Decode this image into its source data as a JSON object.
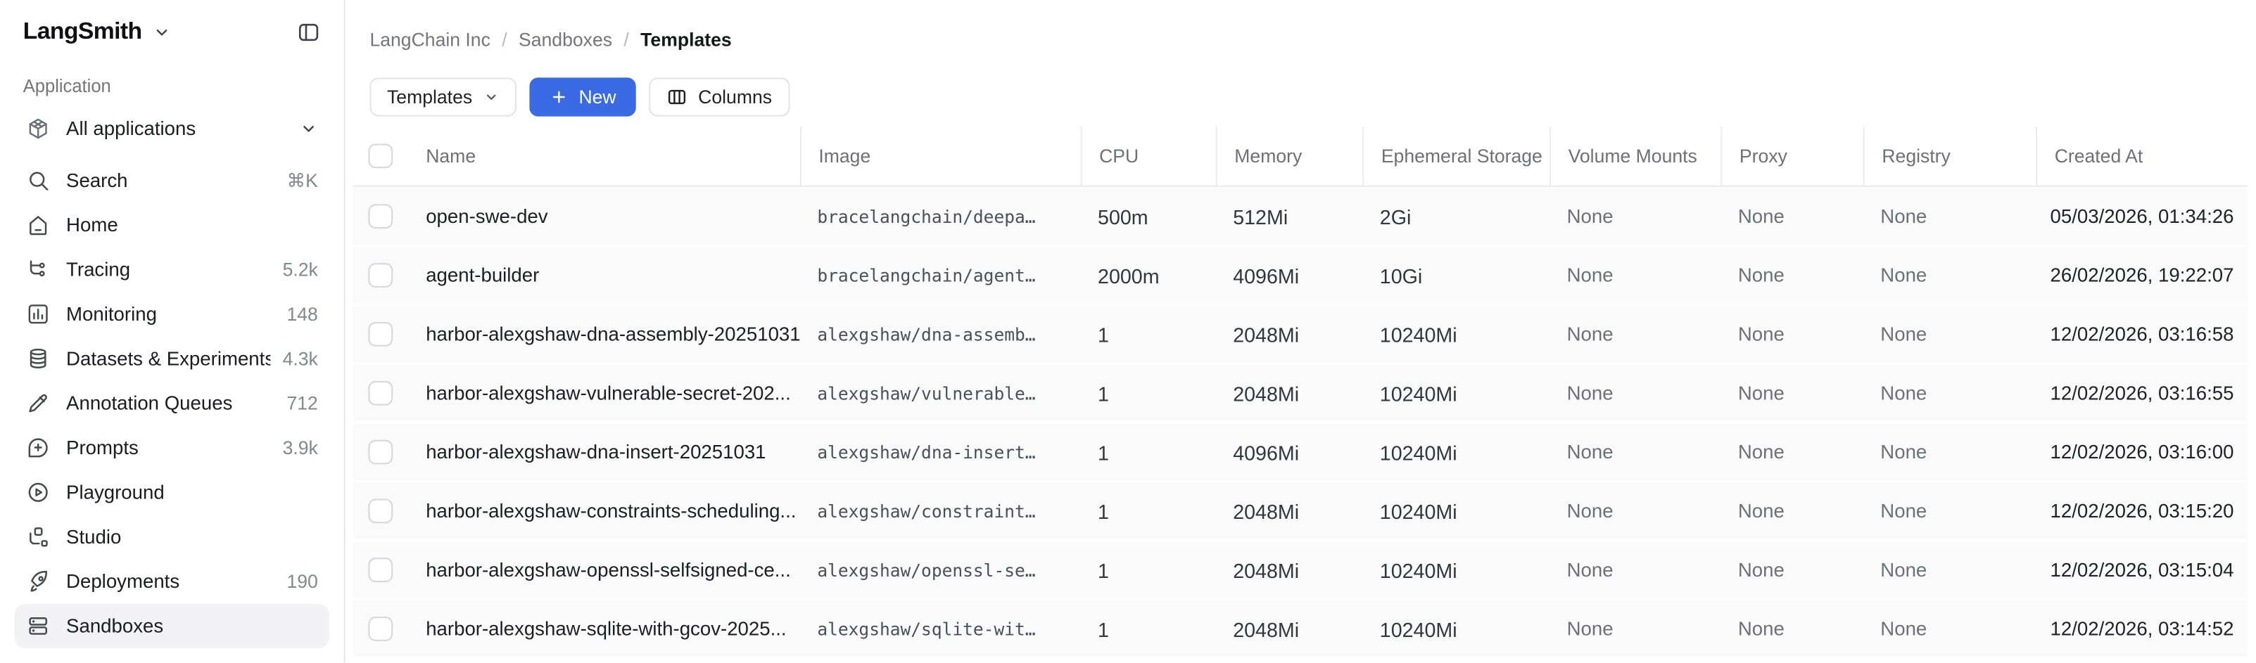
{
  "sidebar": {
    "logo": "LangSmith",
    "section_label": "Application",
    "items": [
      {
        "icon": "box",
        "label": "All applications",
        "badge": "",
        "chevron": true,
        "selected": false
      },
      {
        "icon": "search",
        "label": "Search",
        "badge": "⌘K",
        "chevron": false,
        "selected": false
      },
      {
        "icon": "home",
        "label": "Home",
        "badge": "",
        "chevron": false,
        "selected": false
      },
      {
        "icon": "tracing",
        "label": "Tracing",
        "badge": "5.2k",
        "chevron": false,
        "selected": false
      },
      {
        "icon": "monitoring",
        "label": "Monitoring",
        "badge": "148",
        "chevron": false,
        "selected": false
      },
      {
        "icon": "database",
        "label": "Datasets & Experiments",
        "badge": "4.3k",
        "chevron": false,
        "selected": false
      },
      {
        "icon": "pen",
        "label": "Annotation Queues",
        "badge": "712",
        "chevron": false,
        "selected": false
      },
      {
        "icon": "prompt",
        "label": "Prompts",
        "badge": "3.9k",
        "chevron": false,
        "selected": false
      },
      {
        "icon": "play",
        "label": "Playground",
        "badge": "",
        "chevron": false,
        "selected": false
      },
      {
        "icon": "studio",
        "label": "Studio",
        "badge": "",
        "chevron": false,
        "selected": false
      },
      {
        "icon": "rocket",
        "label": "Deployments",
        "badge": "190",
        "chevron": false,
        "selected": false
      },
      {
        "icon": "server",
        "label": "Sandboxes",
        "badge": "",
        "chevron": false,
        "selected": true
      }
    ]
  },
  "breadcrumb": {
    "items": [
      "LangChain Inc",
      "Sandboxes",
      "Templates"
    ],
    "separator": "/"
  },
  "toolbar": {
    "view_dropdown_label": "Templates",
    "new_button_label": "New",
    "columns_button_label": "Columns"
  },
  "table": {
    "columns": [
      "Name",
      "Image",
      "CPU",
      "Memory",
      "Ephemeral Storage",
      "Volume Mounts",
      "Proxy",
      "Registry",
      "Created At"
    ],
    "rows": [
      {
        "name": "open-swe-dev",
        "image": "bracelangchain/deepa…",
        "cpu": "500m",
        "memory": "512Mi",
        "ephemeral_storage": "2Gi",
        "volume_mounts": "None",
        "proxy": "None",
        "registry": "None",
        "created_at": "05/03/2026, 01:34:26"
      },
      {
        "name": "agent-builder",
        "image": "bracelangchain/agent…",
        "cpu": "2000m",
        "memory": "4096Mi",
        "ephemeral_storage": "10Gi",
        "volume_mounts": "None",
        "proxy": "None",
        "registry": "None",
        "created_at": "26/02/2026, 19:22:07"
      },
      {
        "name": "harbor-alexgshaw-dna-assembly-20251031",
        "image": "alexgshaw/dna-assemb…",
        "cpu": "1",
        "memory": "2048Mi",
        "ephemeral_storage": "10240Mi",
        "volume_mounts": "None",
        "proxy": "None",
        "registry": "None",
        "created_at": "12/02/2026, 03:16:58"
      },
      {
        "name": "harbor-alexgshaw-vulnerable-secret-202...",
        "image": "alexgshaw/vulnerable…",
        "cpu": "1",
        "memory": "2048Mi",
        "ephemeral_storage": "10240Mi",
        "volume_mounts": "None",
        "proxy": "None",
        "registry": "None",
        "created_at": "12/02/2026, 03:16:55"
      },
      {
        "name": "harbor-alexgshaw-dna-insert-20251031",
        "image": "alexgshaw/dna-insert…",
        "cpu": "1",
        "memory": "4096Mi",
        "ephemeral_storage": "10240Mi",
        "volume_mounts": "None",
        "proxy": "None",
        "registry": "None",
        "created_at": "12/02/2026, 03:16:00"
      },
      {
        "name": "harbor-alexgshaw-constraints-scheduling...",
        "image": "alexgshaw/constraint…",
        "cpu": "1",
        "memory": "2048Mi",
        "ephemeral_storage": "10240Mi",
        "volume_mounts": "None",
        "proxy": "None",
        "registry": "None",
        "created_at": "12/02/2026, 03:15:20"
      },
      {
        "name": "harbor-alexgshaw-openssl-selfsigned-ce...",
        "image": "alexgshaw/openssl-se…",
        "cpu": "1",
        "memory": "2048Mi",
        "ephemeral_storage": "10240Mi",
        "volume_mounts": "None",
        "proxy": "None",
        "registry": "None",
        "created_at": "12/02/2026, 03:15:04"
      },
      {
        "name": "harbor-alexgshaw-sqlite-with-gcov-2025...",
        "image": "alexgshaw/sqlite-wit…",
        "cpu": "1",
        "memory": "2048Mi",
        "ephemeral_storage": "10240Mi",
        "volume_mounts": "None",
        "proxy": "None",
        "registry": "None",
        "created_at": "12/02/2026, 03:14:52"
      }
    ]
  },
  "colors": {
    "accent_blue": "#3b6be4",
    "selected_item_bg": "#f2f2f4",
    "row_bg": "#fafafa",
    "border": "#e7e7ea"
  }
}
